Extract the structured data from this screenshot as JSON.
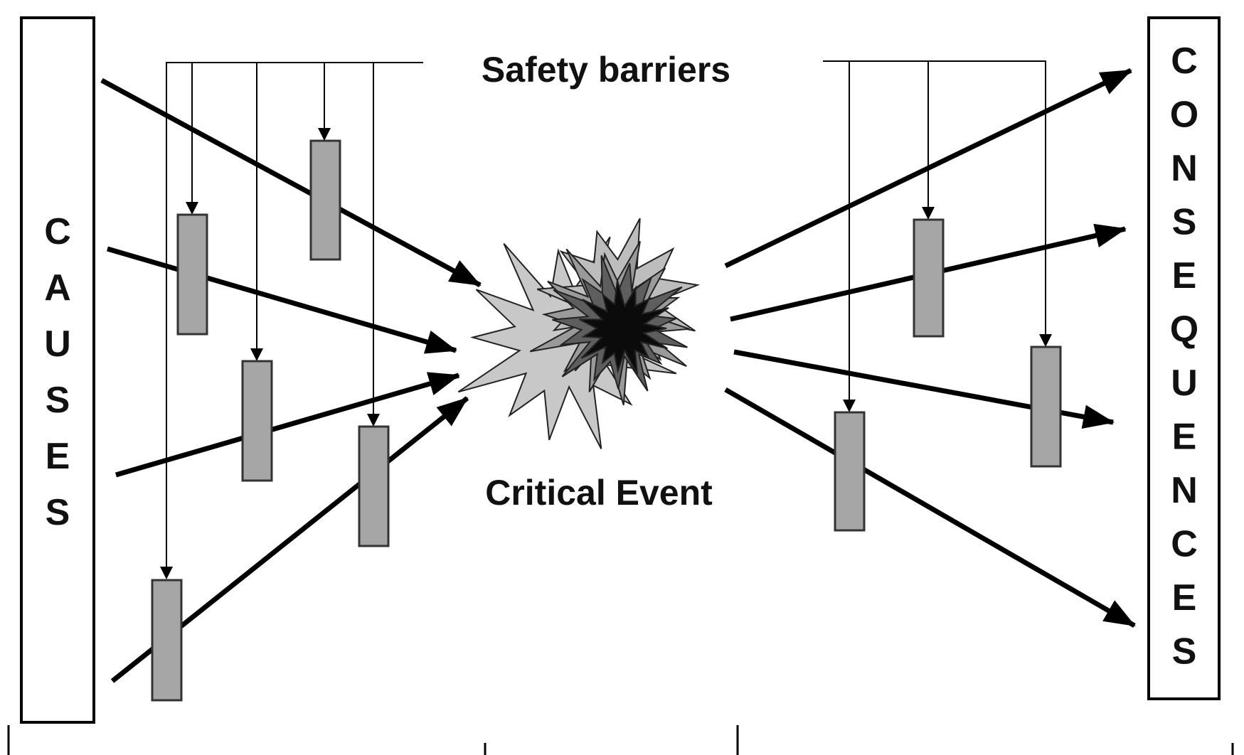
{
  "causes_label": "CAUSES",
  "consequences_label": "CONSEQUENCES",
  "safety_barriers_label": "Safety barriers",
  "critical_event_label": "Critical Event",
  "colors": {
    "barrier_fill": "#a6a6a6",
    "burst_light": "#c8c8c8",
    "burst_mid": "#9a9a9a",
    "burst_dark": "#5e5e5e",
    "burst_core": "#0b0b0b",
    "line": "#000000"
  }
}
